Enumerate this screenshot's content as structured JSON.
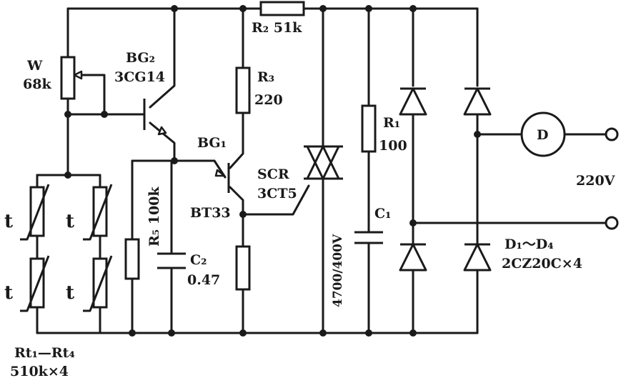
{
  "labels": {
    "w_name": "W",
    "w_value": "68k",
    "bg2_name": "BG₂",
    "bg2_type": "3CG14",
    "r2": "R₂  51k",
    "r3_name": "R₃",
    "r3_value": "220",
    "bg1_name": "BG₁",
    "bg1_type": "BT33",
    "scr_name": "SCR",
    "scr_type": "3CT5",
    "r5": "R₅  100k",
    "c2_name": "C₂",
    "c2_value": "0.47",
    "c1_rating": "4700/400V",
    "c1_name": "C₁",
    "r1_name": "R₁",
    "r1_value": "100",
    "motor": "D",
    "voltage": "220V",
    "diodes_name": "D₁～D₄",
    "diodes_type": "2CZ20C×4",
    "rt_name": "Rt₁—Rt₄",
    "rt_value": "510k×4",
    "thermistor_mark": "t"
  }
}
